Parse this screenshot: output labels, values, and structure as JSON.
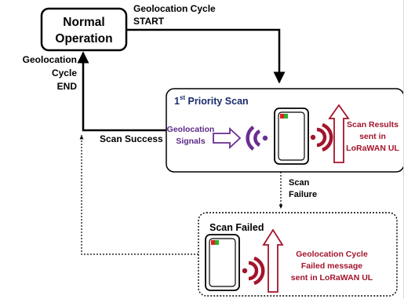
{
  "normal_operation": {
    "line1": "Normal",
    "line2": "Operation"
  },
  "cycle_start": {
    "line1": "Geolocation Cycle",
    "line2": "START"
  },
  "cycle_end": {
    "line1": "Geolocation",
    "line2": "Cycle",
    "line3": "END"
  },
  "priority_scan": {
    "title_prefix": "1",
    "title_sup": "st",
    "title_rest": " Priority Scan"
  },
  "signals": {
    "line1": "Geolocation",
    "line2": "Signals"
  },
  "scan_results": {
    "line1": "Scan Results",
    "line2": "sent in",
    "line3": "LoRaWAN UL"
  },
  "scan_success": "Scan Success",
  "scan_failure": {
    "line1": "Scan",
    "line2": "Failure"
  },
  "scan_failed": {
    "title": "Scan Failed",
    "msg1": "Geolocation Cycle",
    "msg2": "Failed message",
    "msg3": "sent in LoRaWAN UL"
  },
  "colors": {
    "wave_purple": "#6a2d91",
    "wave_red": "#a3142b",
    "led_red": "#e02020",
    "led_green": "#2eae2e",
    "line": "#000000"
  }
}
